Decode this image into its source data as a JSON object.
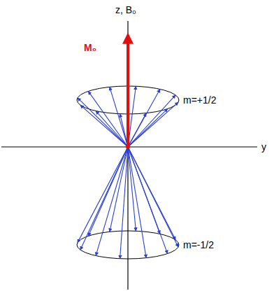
{
  "diagram": {
    "labels": [
      "z, B₀",
      "M₀",
      "m=+1/2",
      "y",
      "m=-1/2"
    ]
  }
}
